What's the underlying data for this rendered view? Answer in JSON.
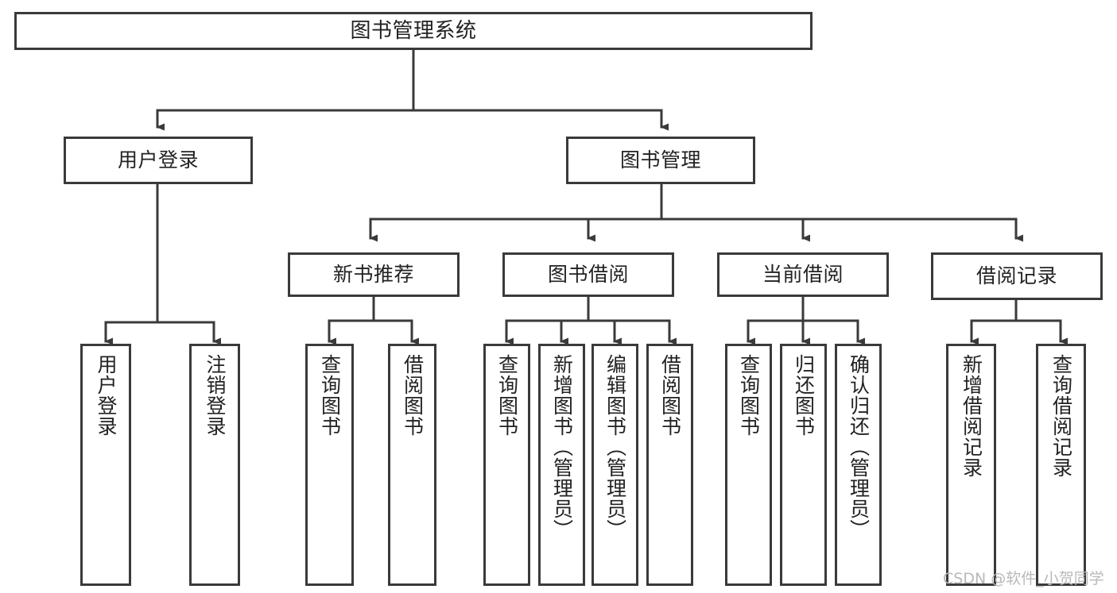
{
  "diagram": {
    "type": "tree-hierarchy-chart",
    "title": "图书管理系统",
    "stroke_color": "#3a3a3a",
    "fill_color": "#ffffff",
    "text_color": "#222222",
    "background": "#ffffff",
    "root": {
      "id": "root",
      "label": "图书管理系统",
      "orientation": "horizontal"
    },
    "level2": [
      {
        "id": "user-login",
        "label": "用户登录",
        "orientation": "horizontal"
      },
      {
        "id": "book-manage",
        "label": "图书管理",
        "orientation": "horizontal"
      }
    ],
    "level3": [
      {
        "id": "new-book-recommend",
        "label": "新书推荐",
        "orientation": "horizontal",
        "parent": "book-manage"
      },
      {
        "id": "book-borrow",
        "label": "图书借阅",
        "orientation": "horizontal",
        "parent": "book-manage"
      },
      {
        "id": "current-borrow",
        "label": "当前借阅",
        "orientation": "horizontal",
        "parent": "book-manage"
      },
      {
        "id": "borrow-record",
        "label": "借阅记录",
        "orientation": "horizontal",
        "parent": "book-manage"
      }
    ],
    "leaves": [
      {
        "id": "leaf-user-login",
        "label": "用户登录",
        "orientation": "vertical",
        "parent": "user-login"
      },
      {
        "id": "leaf-logout-login",
        "label": "注销登录",
        "orientation": "vertical",
        "parent": "user-login"
      },
      {
        "id": "leaf-query-book-1",
        "label": "查询图书",
        "orientation": "vertical",
        "parent": "new-book-recommend"
      },
      {
        "id": "leaf-borrow-book-1",
        "label": "借阅图书",
        "orientation": "vertical",
        "parent": "new-book-recommend"
      },
      {
        "id": "leaf-query-book-2",
        "label": "查询图书",
        "orientation": "vertical",
        "parent": "book-borrow"
      },
      {
        "id": "leaf-add-book",
        "label": "新增图书（管理员）",
        "orientation": "vertical",
        "parent": "book-borrow"
      },
      {
        "id": "leaf-edit-book",
        "label": "编辑图书（管理员）",
        "orientation": "vertical",
        "parent": "book-borrow"
      },
      {
        "id": "leaf-borrow-book-2",
        "label": "借阅图书",
        "orientation": "vertical",
        "parent": "book-borrow"
      },
      {
        "id": "leaf-query-book-3",
        "label": "查询图书",
        "orientation": "vertical",
        "parent": "current-borrow"
      },
      {
        "id": "leaf-return-book",
        "label": "归还图书",
        "orientation": "vertical",
        "parent": "current-borrow"
      },
      {
        "id": "leaf-confirm-return",
        "label": "确认归还（管理员）",
        "orientation": "vertical",
        "parent": "current-borrow"
      },
      {
        "id": "leaf-add-record",
        "label": "新增借阅记录",
        "orientation": "vertical",
        "parent": "borrow-record"
      },
      {
        "id": "leaf-query-record",
        "label": "查询借阅记录",
        "orientation": "vertical",
        "parent": "borrow-record"
      }
    ]
  },
  "watermark": {
    "text": "CSDN @软件_小贺同学"
  }
}
